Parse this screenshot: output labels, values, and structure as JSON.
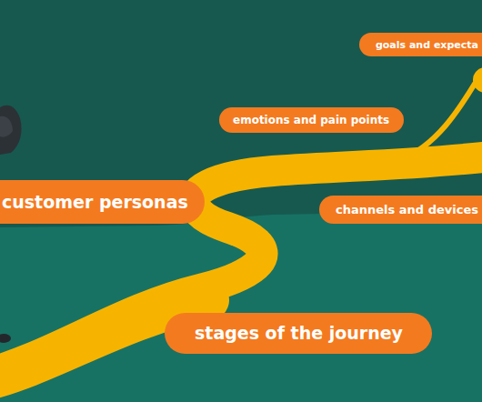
{
  "diagram": {
    "nodes": [
      {
        "text": [
          "goals and expecta"
        ]
      },
      {
        "text": [
          "emotions and pain points"
        ]
      },
      {
        "text": [
          "customer personas"
        ]
      },
      {
        "text": [
          "channels and devices"
        ]
      },
      {
        "text": [
          "stages of the journey"
        ]
      }
    ]
  }
}
